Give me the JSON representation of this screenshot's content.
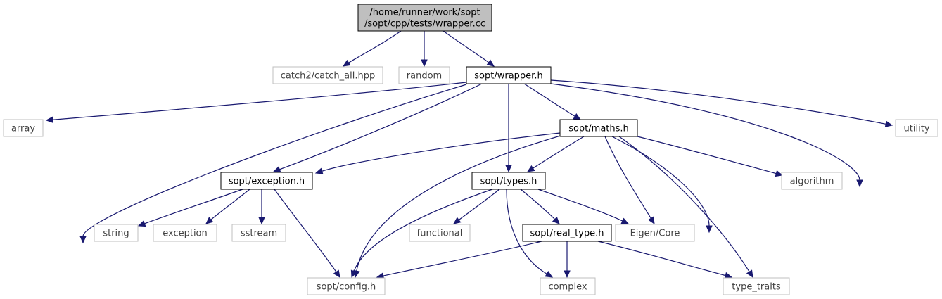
{
  "diagram": {
    "colors": {
      "edge": "#191970",
      "root_fill": "#bfbfbf",
      "node_border": "#000000",
      "external_border": "#bfbfbf",
      "external_text": "#404040"
    },
    "nodes": [
      {
        "id": "root",
        "lines": [
          "/home/runner/work/sopt",
          "/sopt/cpp/tests/wrapper.cc"
        ],
        "kind": "root"
      },
      {
        "id": "catch2",
        "lines": [
          "catch2/catch_all.hpp"
        ],
        "kind": "external"
      },
      {
        "id": "random",
        "lines": [
          "random"
        ],
        "kind": "external"
      },
      {
        "id": "wrapper",
        "lines": [
          "sopt/wrapper.h"
        ],
        "kind": "internal"
      },
      {
        "id": "array",
        "lines": [
          "array"
        ],
        "kind": "external"
      },
      {
        "id": "maths",
        "lines": [
          "sopt/maths.h"
        ],
        "kind": "internal"
      },
      {
        "id": "utility",
        "lines": [
          "utility"
        ],
        "kind": "external"
      },
      {
        "id": "exception",
        "lines": [
          "sopt/exception.h"
        ],
        "kind": "internal"
      },
      {
        "id": "types",
        "lines": [
          "sopt/types.h"
        ],
        "kind": "internal"
      },
      {
        "id": "algorithm",
        "lines": [
          "algorithm"
        ],
        "kind": "external"
      },
      {
        "id": "string",
        "lines": [
          "string"
        ],
        "kind": "external"
      },
      {
        "id": "exc",
        "lines": [
          "exception"
        ],
        "kind": "external"
      },
      {
        "id": "sstream",
        "lines": [
          "sstream"
        ],
        "kind": "external"
      },
      {
        "id": "functional",
        "lines": [
          "functional"
        ],
        "kind": "external"
      },
      {
        "id": "realtype",
        "lines": [
          "sopt/real_type.h"
        ],
        "kind": "internal"
      },
      {
        "id": "eigen",
        "lines": [
          "Eigen/Core"
        ],
        "kind": "external"
      },
      {
        "id": "config",
        "lines": [
          "sopt/config.h"
        ],
        "kind": "external"
      },
      {
        "id": "complex",
        "lines": [
          "complex"
        ],
        "kind": "external"
      },
      {
        "id": "typetraits",
        "lines": [
          "type_traits"
        ],
        "kind": "external"
      }
    ],
    "edges": [
      {
        "from": "root",
        "to": "catch2"
      },
      {
        "from": "root",
        "to": "random"
      },
      {
        "from": "root",
        "to": "wrapper"
      },
      {
        "from": "wrapper",
        "to": "array"
      },
      {
        "from": "wrapper",
        "to": "maths"
      },
      {
        "from": "wrapper",
        "to": "utility"
      },
      {
        "from": "wrapper",
        "to": "exception"
      },
      {
        "from": "wrapper",
        "to": "types"
      },
      {
        "from": "wrapper",
        "to": "config"
      },
      {
        "from": "wrapper",
        "to": "typetraits"
      },
      {
        "from": "maths",
        "to": "exception"
      },
      {
        "from": "maths",
        "to": "types"
      },
      {
        "from": "maths",
        "to": "algorithm"
      },
      {
        "from": "maths",
        "to": "eigen"
      },
      {
        "from": "maths",
        "to": "config"
      },
      {
        "from": "maths",
        "to": "complex"
      },
      {
        "from": "maths",
        "to": "typetraits"
      },
      {
        "from": "exception",
        "to": "string"
      },
      {
        "from": "exception",
        "to": "exc"
      },
      {
        "from": "exception",
        "to": "sstream"
      },
      {
        "from": "exception",
        "to": "config"
      },
      {
        "from": "types",
        "to": "functional"
      },
      {
        "from": "types",
        "to": "realtype"
      },
      {
        "from": "types",
        "to": "eigen"
      },
      {
        "from": "types",
        "to": "config"
      },
      {
        "from": "types",
        "to": "complex"
      },
      {
        "from": "realtype",
        "to": "config"
      },
      {
        "from": "realtype",
        "to": "complex"
      },
      {
        "from": "realtype",
        "to": "typetraits"
      }
    ]
  }
}
